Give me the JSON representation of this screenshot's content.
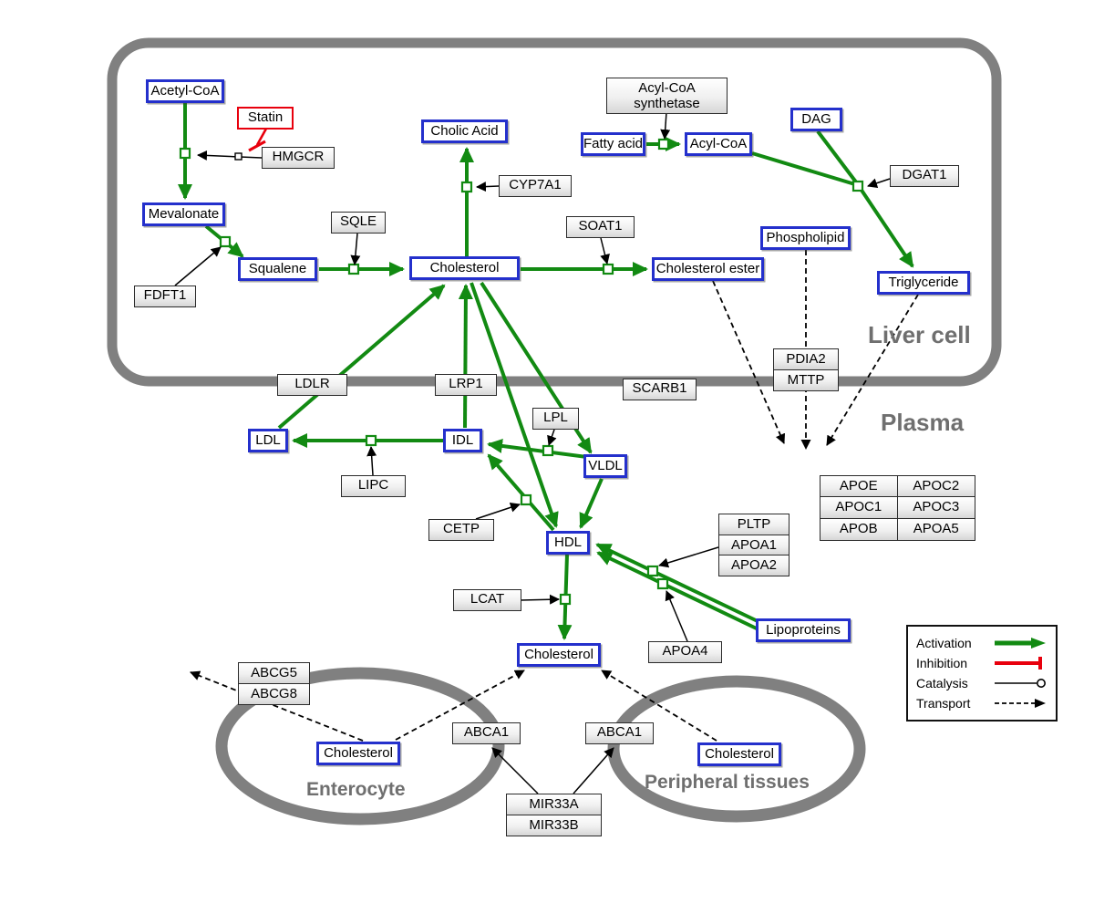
{
  "colors": {
    "activation": "#128a12",
    "inhibition": "#e8000d",
    "metabolite_border": "#2430cc",
    "compartment_border": "#808080"
  },
  "compartments": {
    "liver": "Liver cell",
    "plasma": "Plasma",
    "enterocyte": "Enterocyte",
    "peripheral": "Peripheral tissues"
  },
  "metabolites": {
    "acetyl_coa": "Acetyl-CoA",
    "mevalonate": "Mevalonate",
    "squalene": "Squalene",
    "cholesterol_liver": "Cholesterol",
    "cholic_acid": "Cholic Acid",
    "fatty_acid": "Fatty acid",
    "acyl_coa": "Acyl-CoA",
    "dag": "DAG",
    "phospholipid": "Phospholipid",
    "triglyceride": "Triglyceride",
    "cholesterol_ester": "Cholesterol ester",
    "ldl": "LDL",
    "idl": "IDL",
    "vldl": "VLDL",
    "hdl": "HDL",
    "cholesterol_plasma": "Cholesterol",
    "lipoproteins": "Lipoproteins",
    "cholesterol_enterocyte": "Cholesterol",
    "cholesterol_peripheral": "Cholesterol"
  },
  "proteins": {
    "statin": "Statin",
    "hmgcr": "HMGCR",
    "sqle": "SQLE",
    "fdft1": "FDFT1",
    "cyp7a1": "CYP7A1",
    "soat1": "SOAT1",
    "acyl_coa_synthetase": {
      "line1": "Acyl-CoA",
      "line2": "synthetase"
    },
    "dgat1": "DGAT1",
    "pdia2": "PDIA2",
    "mttp": "MTTP",
    "ldlr": "LDLR",
    "lrp1": "LRP1",
    "scarb1": "SCARB1",
    "lpl": "LPL",
    "lipc": "LIPC",
    "cetp": "CETP",
    "lcat": "LCAT",
    "pltp": "PLTP",
    "apoa1": "APOA1",
    "apoa2": "APOA2",
    "apoa4": "APOA4",
    "abcg5": "ABCG5",
    "abcg8": "ABCG8",
    "abca1_left": "ABCA1",
    "abca1_right": "ABCA1",
    "mir33a": "MIR33A",
    "mir33b": "MIR33B"
  },
  "apo_table": {
    "rows": [
      [
        "APOE",
        "APOC2"
      ],
      [
        "APOC1",
        "APOC3"
      ],
      [
        "APOB",
        "APOA5"
      ]
    ]
  },
  "legend": {
    "activation": "Activation",
    "inhibition": "Inhibition",
    "catalysis": "Catalysis",
    "transport": "Transport"
  }
}
